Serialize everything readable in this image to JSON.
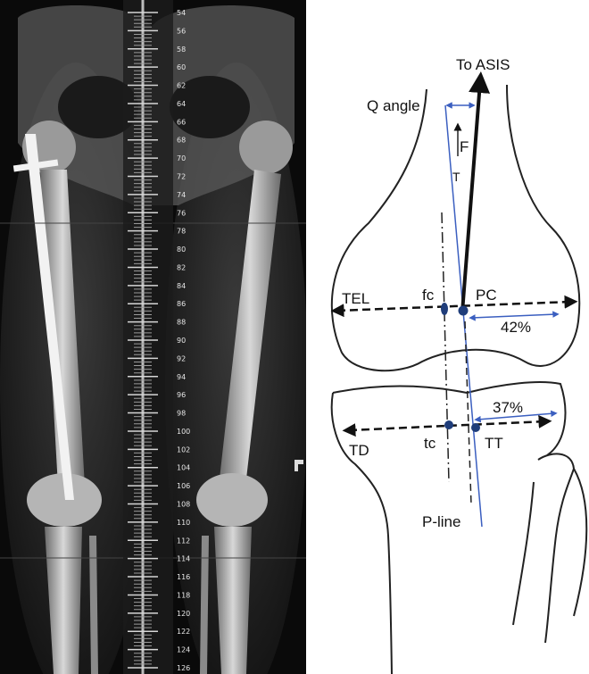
{
  "xray": {
    "ruler_ticks": [
      "54",
      "56",
      "58",
      "60",
      "62",
      "64",
      "66",
      "68",
      "70",
      "72",
      "74",
      "76",
      "78",
      "80",
      "82",
      "84",
      "86",
      "88",
      "90",
      "92",
      "94",
      "96",
      "98",
      "100",
      "102",
      "104",
      "106",
      "108",
      "110",
      "112",
      "114",
      "116",
      "118",
      "120",
      "122",
      "124",
      "126"
    ]
  },
  "sketch": {
    "labels": {
      "to_asis": "To ASIS",
      "q_angle": "Q angle",
      "f": "F",
      "t_top": "T",
      "tel": "TEL",
      "fc": "fc",
      "pc": "PC",
      "pct_42": "42%",
      "pct_37": "37%",
      "td": "TD",
      "tc": "tc",
      "tt": "TT",
      "p_line": "P-line"
    }
  },
  "colors": {
    "xray_bg": "#0a0a0a",
    "bone": "#cfcfcf",
    "implant": "#f2f2f2",
    "ink": "#111111",
    "blue": "#3b5fc0",
    "navy": "#1f3d7a"
  }
}
